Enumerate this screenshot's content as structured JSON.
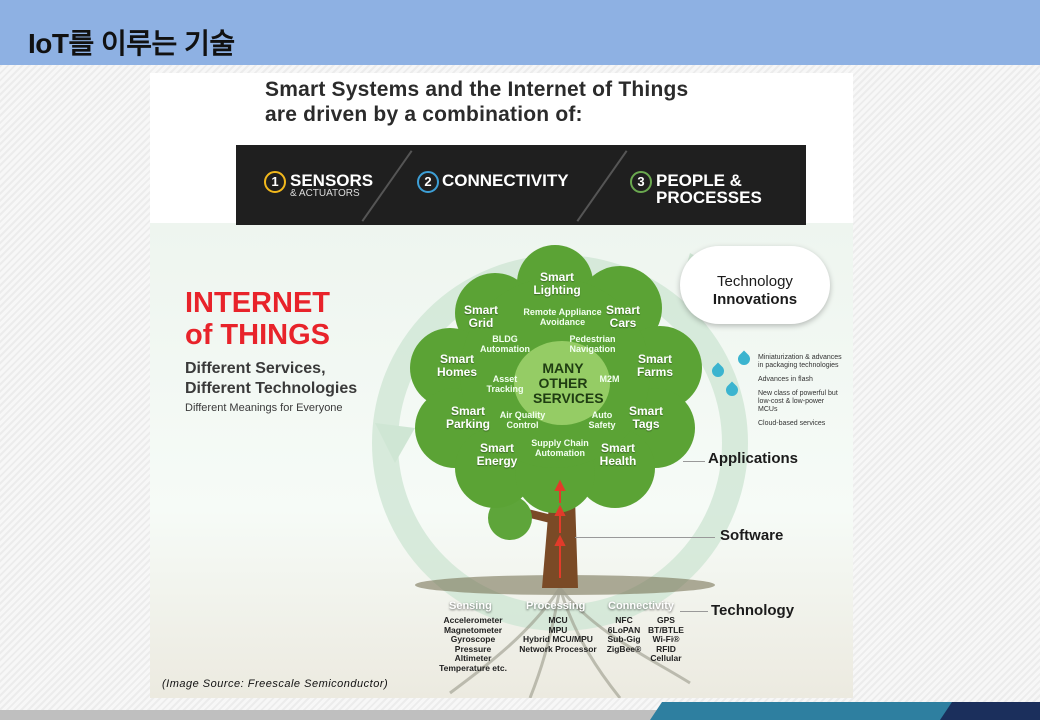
{
  "slide": {
    "title": "IoT를 이루는 기술"
  },
  "infographic": {
    "headline_line1": "Smart Systems and the Internet of Things",
    "headline_line2": "are driven by a combination of:",
    "pillars": [
      {
        "num": "1",
        "label": "SENSORS",
        "sub": "& ACTUATORS",
        "color": "#f2b81c"
      },
      {
        "num": "2",
        "label": "CONNECTIVITY",
        "sub": "",
        "color": "#3d9fd6"
      },
      {
        "num": "3",
        "label_line1": "PEOPLE &",
        "label_line2": "PROCESSES",
        "color": "#6aa84f"
      }
    ],
    "iot_line1": "INTERNET",
    "iot_line2": "of THINGS",
    "services_line1": "Different Services,",
    "services_line2": "Different Technologies",
    "meanings": "Different Meanings for Everyone",
    "tree": {
      "labels": [
        "Smart Lighting",
        "Smart Grid",
        "Smart Cars",
        "Smart Homes",
        "Smart Farms",
        "Smart Parking",
        "Smart Tags",
        "Smart Energy",
        "Smart Health"
      ],
      "small_labels": [
        "Remote Appliance Avoidance",
        "BLDG Automation",
        "Pedestrian Navigation",
        "Asset Tracking",
        "M2M",
        "Air Quality Control",
        "Auto Safety",
        "Supply Chain Automation"
      ],
      "center": "MANY OTHER SERVICES"
    },
    "cloud_line1": "Technology",
    "cloud_line2": "Innovations",
    "innovations": [
      "Miniaturization & advances in packaging technologies",
      "Advances in flash",
      "New class of powerful but low-cost & low-power MCUs",
      "Cloud-based services"
    ],
    "layers": {
      "applications": "Applications",
      "software": "Software",
      "technology": "Technology"
    },
    "roots": {
      "sensing": {
        "title": "Sensing",
        "items": "Accelerometer\nMagnetometer\nGyroscope\nPressure\nAltimeter\nTemperature etc."
      },
      "processing": {
        "title": "Processing",
        "items": "MCU\nMPU\nHybrid MCU/MPU\nNetwork Processor"
      },
      "connectivity": {
        "title": "Connectivity",
        "items_a": "NFC\n6LoPAN\nSub-Gig\nZigBee®",
        "items_b": "GPS\nBT/BTLE\nWi-Fi®\nRFID\nCellular"
      }
    },
    "source": "(Image Source: Freescale Semiconductor)"
  }
}
